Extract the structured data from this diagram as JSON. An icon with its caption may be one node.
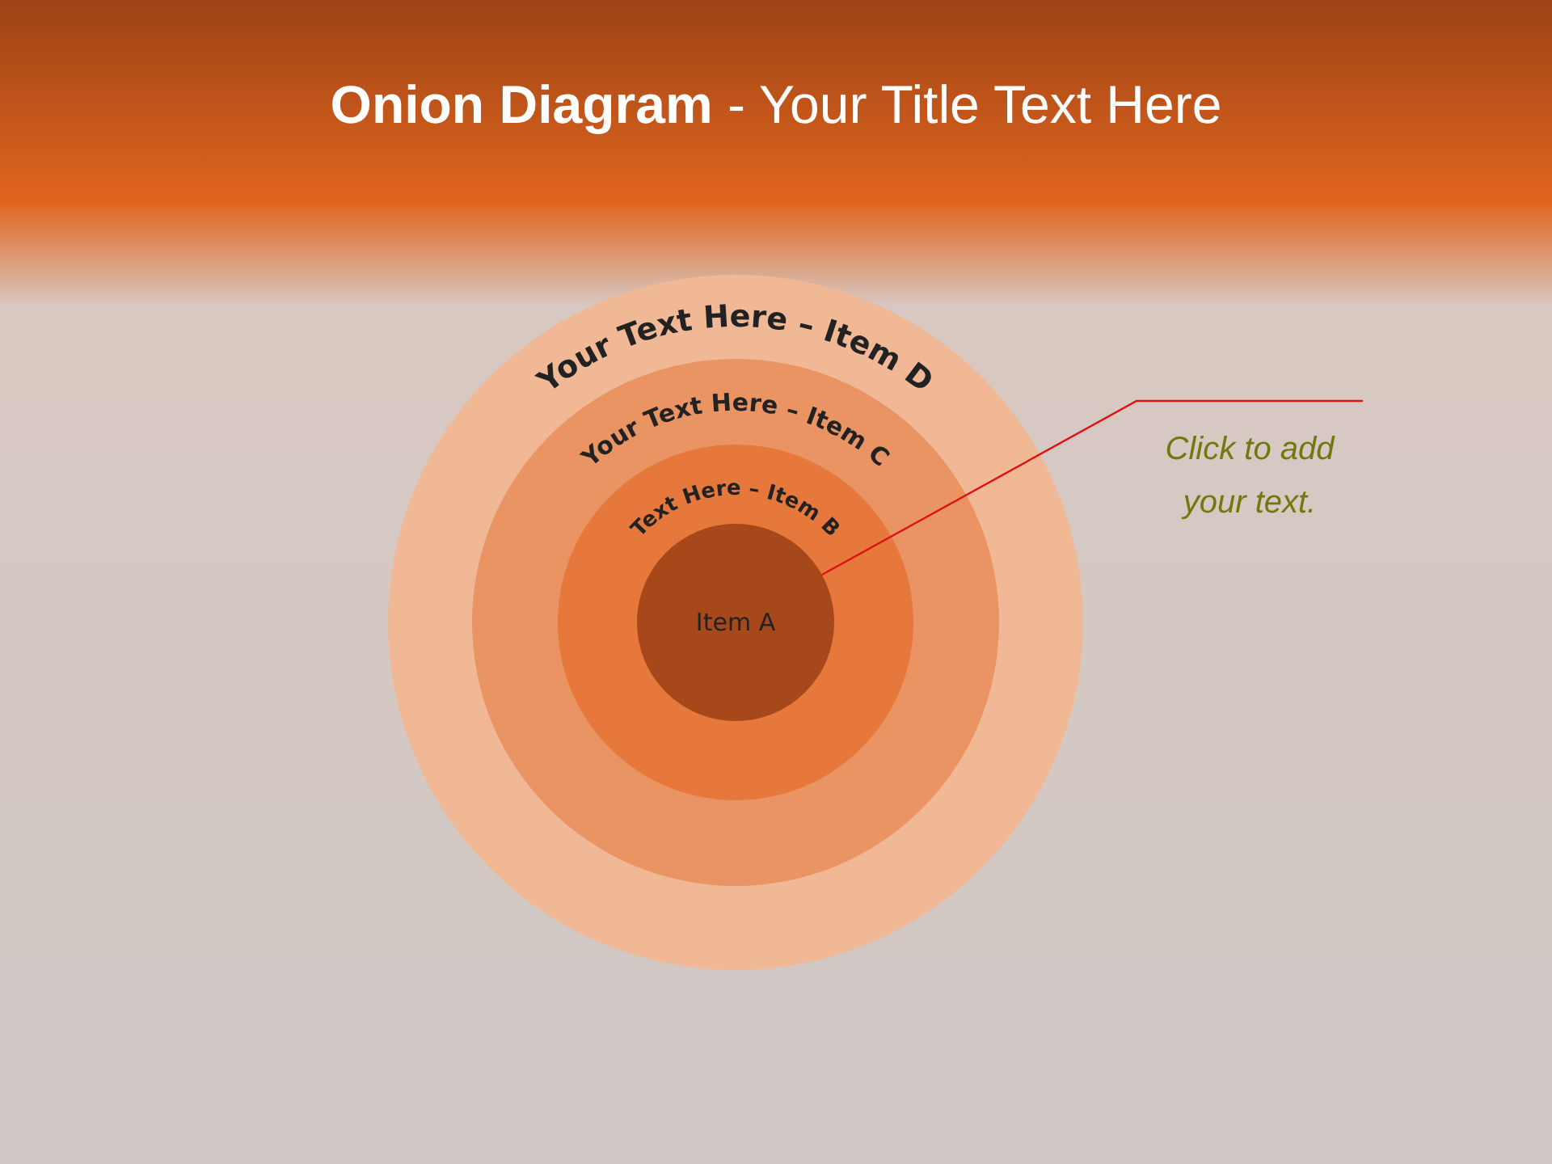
{
  "diagram": {
    "title": "**Onion Diagram** - Your Title Text Here",
    "nodes": [
      {
        "text": [
          "Your Text Here – Item D"
        ]
      },
      {
        "text": [
          "Your Text Here – Item C"
        ],
        "in": 0
      },
      {
        "text": [
          "Text Here – Item B"
        ],
        "in": 1
      },
      {
        "text": [
          "Item A"
        ],
        "in": 2
      },
      {
        "text": [
          "Click to add your text."
        ]
      }
    ],
    "edges": [
      {
        "from": 4,
        "to": 3,
        "arrow": "none"
      }
    ]
  }
}
